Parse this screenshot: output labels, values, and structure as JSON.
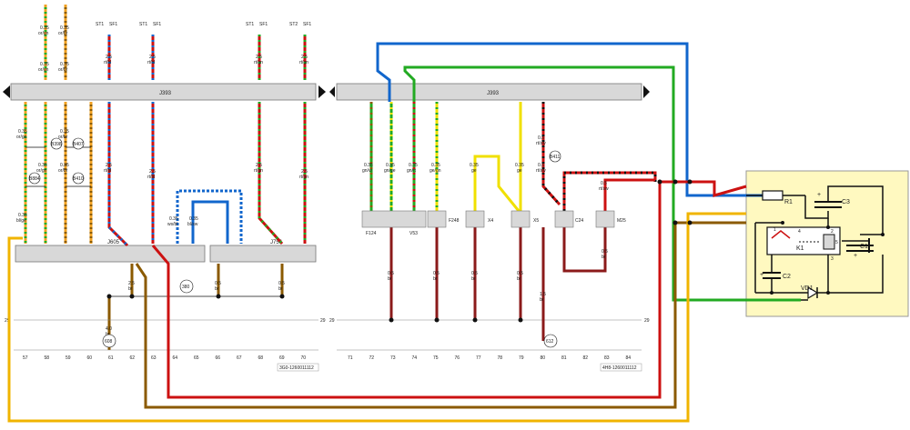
{
  "wire_labels": {
    "top_left": [
      {
        "gauge": "0.35",
        "color": "or/gn"
      },
      {
        "gauge": "0.35",
        "color": "or/br"
      },
      {
        "gauge": "0.35",
        "color": "or/gn"
      },
      {
        "gauge": "0.35",
        "color": "or/br"
      }
    ],
    "top_mid": [
      {
        "gauge": "2.5",
        "color": "rt/bl"
      },
      {
        "gauge": "2.5",
        "color": "rt/bl"
      },
      {
        "gauge": "2.5",
        "color": "rt/gn"
      },
      {
        "gauge": "2.5",
        "color": "rt/gn"
      }
    ],
    "lower_left": [
      {
        "gauge": "0.35",
        "color": "or/gn"
      },
      {
        "gauge": "0.35",
        "color": "or/gn"
      },
      {
        "gauge": "0.35",
        "color": "or/br"
      },
      {
        "gauge": "0.35",
        "color": "or/br"
      },
      {
        "gauge": "2.5",
        "color": "rt/bl"
      },
      {
        "gauge": "2.5",
        "color": "rt/bl"
      },
      {
        "gauge": "0.35",
        "color": "ws/bl"
      },
      {
        "gauge": "0.35",
        "color": "bl/sw"
      },
      {
        "gauge": "2.5",
        "color": "rt/gn"
      },
      {
        "gauge": "2.5",
        "color": "rt/gn"
      },
      {
        "gauge": "0.35",
        "color": "bl/ge"
      }
    ],
    "right_panel": [
      {
        "gauge": "0.35",
        "color": "gn/vi"
      },
      {
        "gauge": "0.35",
        "color": "gn/ge"
      },
      {
        "gauge": "0.35",
        "color": "gn/rt"
      },
      {
        "gauge": "0.35",
        "color": "ge/gn"
      },
      {
        "gauge": "0.35",
        "color": "ge"
      },
      {
        "gauge": "0.35",
        "color": "ge"
      },
      {
        "gauge": "0.5",
        "color": "rt/sw"
      },
      {
        "gauge": "0.5",
        "color": "rt/sw"
      },
      {
        "gauge": "0.5",
        "color": "rt/sw"
      }
    ],
    "bottom_left": [
      {
        "gauge": "2.5",
        "color": "br"
      },
      {
        "gauge": "0.5",
        "color": "br"
      },
      {
        "gauge": "0.5",
        "color": "br"
      },
      {
        "gauge": "4.0",
        "color": "br"
      }
    ],
    "bottom_right": [
      {
        "gauge": "0.5",
        "color": "br"
      },
      {
        "gauge": "0.5",
        "color": "br"
      },
      {
        "gauge": "0.5",
        "color": "br"
      },
      {
        "gauge": "0.5",
        "color": "br"
      },
      {
        "gauge": "0.5",
        "color": "br"
      },
      {
        "gauge": "1.5",
        "color": "br"
      }
    ]
  },
  "top_fuses": [
    "ST1",
    "SF1",
    "ST1",
    "SF1",
    "ST1",
    "SF1",
    "ST2",
    "SF1"
  ],
  "modules": {
    "left_bus": "J393",
    "right_bus": "J393",
    "left_lower_1": "J605",
    "left_lower_2": "J756"
  },
  "components": [
    "F124",
    "V53",
    "F248",
    "X4",
    "X5",
    "C24",
    "M25"
  ],
  "splices": [
    "B398",
    "B407",
    "B410",
    "B411",
    "B884"
  ],
  "grounds": [
    "380",
    "608",
    "612"
  ],
  "column_numbers_left": [
    "57",
    "58",
    "59",
    "60",
    "61",
    "62",
    "63",
    "64",
    "65",
    "66",
    "67",
    "68",
    "69",
    "70"
  ],
  "column_numbers_right": [
    "71",
    "72",
    "73",
    "74",
    "75",
    "76",
    "77",
    "78",
    "79",
    "80",
    "81",
    "82",
    "83",
    "84"
  ],
  "page_refs": {
    "left": "3G0-1260011112",
    "right": "4H8-1260011112"
  },
  "ground_bus_labels": [
    "29",
    "29",
    "29",
    "29"
  ],
  "circuit": {
    "R1": "R1",
    "C3": "C3",
    "K1": "K1",
    "C1": "C1",
    "C2": "C2",
    "VD1": "VD1",
    "pins": [
      "1",
      "2",
      "3",
      "4",
      "5"
    ]
  },
  "colors": {
    "bus_gray": "#d8d8d8",
    "wire_red": "#cc1111",
    "wire_blue": "#1166cc",
    "wire_green": "#22aa22",
    "wire_brown": "#8b5a00",
    "wire_yellow": "#f0b400",
    "wire_orange": "#f0a020",
    "module_box_fill": "#fff9c0"
  }
}
